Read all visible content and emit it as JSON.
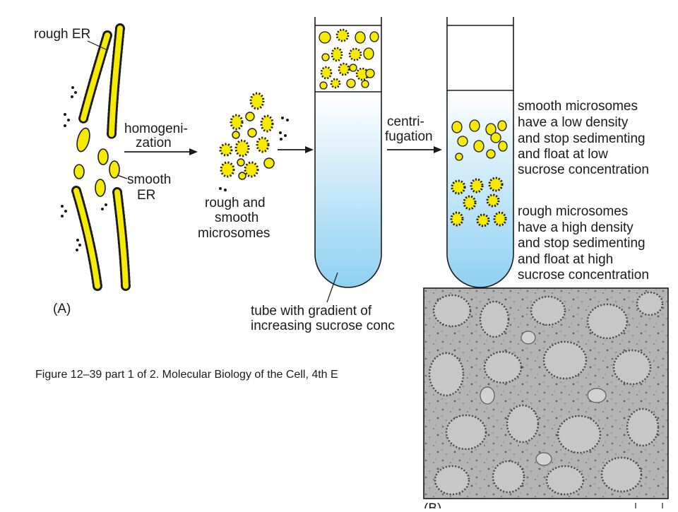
{
  "panel_a": {
    "rough_er_label": "rough ER",
    "smooth_er_label_1": "smooth",
    "smooth_er_label_2": "ER",
    "homogenization_1": "homogeni-",
    "homogenization_2": "zation",
    "microsomes_1": "rough and",
    "microsomes_2": "smooth",
    "microsomes_3": "microsomes",
    "centrifugation_1": "centri-",
    "centrifugation_2": "fugation",
    "smooth_result": [
      "smooth microsomes",
      "have a low density",
      "and stop sedimenting",
      "and float at low",
      "sucrose concentration"
    ],
    "rough_result": [
      "rough microsomes",
      "have a high density",
      "and stop sedimenting",
      "and float at high",
      "sucrose concentration"
    ],
    "tube_label_1": "tube with gradient of",
    "tube_label_2": "increasing sucrose conc",
    "panel_letter": "(A)"
  },
  "panel_b": {
    "panel_letter": "(B)"
  },
  "caption": "Figure 12–39 part 1 of 2. Molecular Biology of the Cell, 4th E",
  "colors": {
    "vesicle_yellow": "#f5ea00",
    "outline": "#1a1a1a",
    "gradient_top": "#ffffff",
    "gradient_bottom": "#8fd0f2",
    "micrograph_bg": "#b9b9b9"
  }
}
